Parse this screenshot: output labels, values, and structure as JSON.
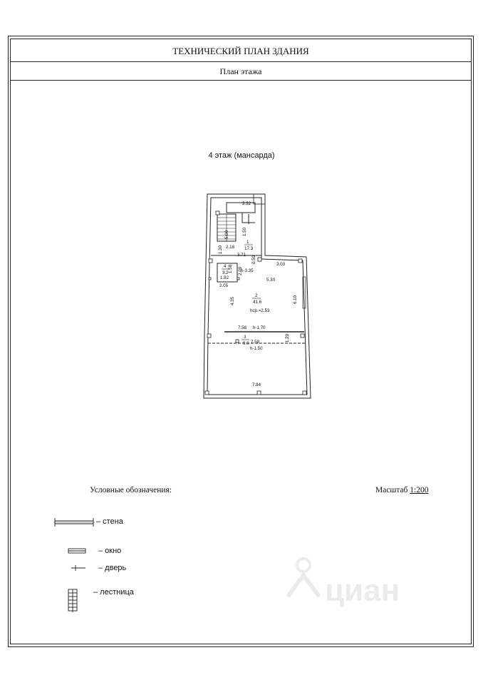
{
  "header": {
    "title": "ТЕХНИЧЕСКИЙ ПЛАН ЗДАНИЯ",
    "subtitle": "План этажа"
  },
  "floor_label": "4 этаж (мансарда)",
  "plan": {
    "dimensions": {
      "d332": "3.32",
      "d500": "5.00",
      "d150": "1.50",
      "d130": "1.30",
      "d218": "2.18",
      "d371": "3.71",
      "d050": "0.50",
      "d303": "3.03",
      "d335": "h-3.35",
      "d530": "5.30",
      "d158": "1.58",
      "d192": "1.92",
      "d209": "2.09",
      "d205": "2.05",
      "d435": "4.35",
      "d610": "6.10",
      "d758a": "7.58",
      "h170": "h-1.70",
      "d758b": "7.58",
      "d120": "1.20",
      "h150": "h-1.50",
      "d784": "7.84"
    },
    "rooms": [
      {
        "num": "1",
        "area": "17.3"
      },
      {
        "num": "4",
        "area": "3.2"
      },
      {
        "num": "2",
        "area": "41.6",
        "note": "hср.=2.53"
      },
      {
        "num": "3",
        "area": "9.0"
      }
    ]
  },
  "legend": {
    "title": "Условные обозначения:",
    "scale_label": "Масштаб",
    "scale_value": "1:200",
    "items": [
      {
        "icon": "wall-symbol",
        "label": "– стена"
      },
      {
        "icon": "window-symbol",
        "label": "– окно"
      },
      {
        "icon": "door-symbol",
        "label": "– дверь"
      },
      {
        "icon": "stair-symbol",
        "label": "– лестница"
      }
    ]
  },
  "watermark": "циан"
}
